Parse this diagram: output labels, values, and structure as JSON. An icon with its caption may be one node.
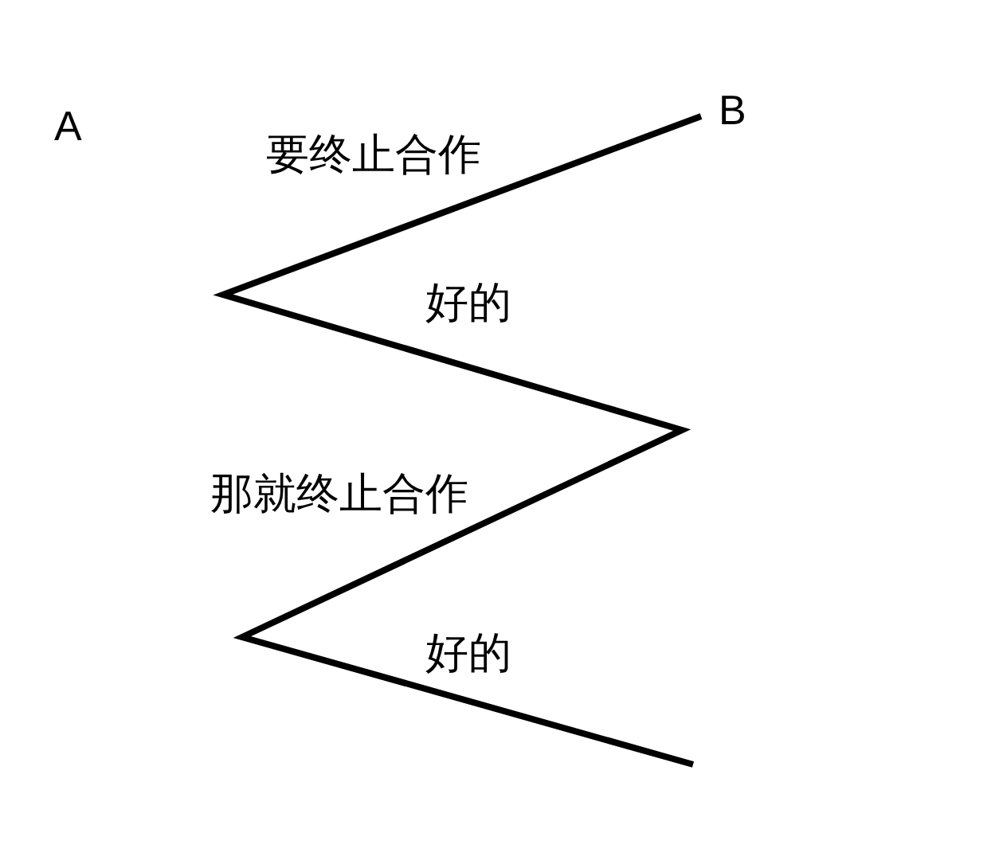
{
  "diagram": {
    "nodes": [
      {
        "text": [
          "A"
        ]
      },
      {
        "text": [
          "B"
        ]
      }
    ],
    "labels": [
      "要终止合作",
      "好的",
      "那就终止合作",
      "好的"
    ]
  }
}
